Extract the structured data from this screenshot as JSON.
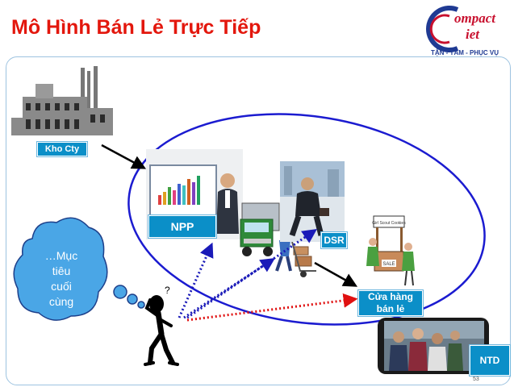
{
  "title": "Mô Hình Bán Lẻ Trực Tiếp",
  "logo": {
    "word1": "ompact",
    "word2": "iet",
    "slogan": "TẬN - TÂM - PHỤC VỤ",
    "accent": "#c8102e",
    "brand": "#1f3a93"
  },
  "nodes": {
    "company": "Kho Cty",
    "distributor": "NPP",
    "salesrep": "DSR",
    "store_line1": "Cửa hàng",
    "store_line2": "bán lẻ",
    "consumer": "NTD"
  },
  "thought": {
    "line1": "…Mục",
    "line2": "tiêu",
    "line3": "cuối",
    "line4": "cùng"
  },
  "stall": {
    "sign": "Girl Scout Cookies",
    "tag": "SALE"
  },
  "page_number": "53",
  "colors": {
    "title": "#e3170d",
    "label_bg": "#0b8fc8",
    "ellipse": "#1b1bd0",
    "dotted_blue": "#1a1ab8",
    "dotted_red": "#e01010",
    "bubble": "#4aa6e6"
  }
}
